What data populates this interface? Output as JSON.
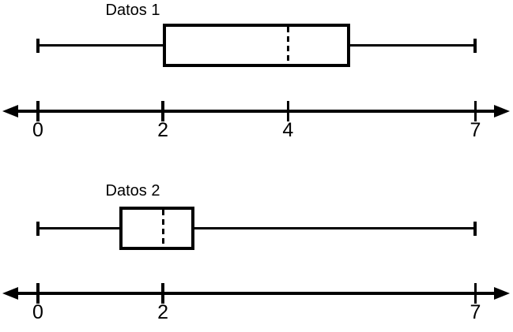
{
  "figure": {
    "background": "#ffffff",
    "ink_color": "#000000"
  },
  "chart_data": [
    {
      "type": "boxplot",
      "orientation": "horizontal",
      "title": "Datos 1",
      "stats": {
        "min": 0,
        "q1": 2,
        "median": 4,
        "q3": 5,
        "max": 7
      },
      "median_style": "dashed",
      "axis": {
        "range": [
          0,
          7
        ],
        "ticks": [
          0,
          2,
          4,
          7
        ],
        "tick_labels": [
          "0",
          "2",
          "4",
          "7"
        ],
        "arrowheads": "both-ends"
      }
    },
    {
      "type": "boxplot",
      "orientation": "horizontal",
      "title": "Datos 2",
      "stats": {
        "min": 0,
        "q1": 1.3,
        "median": 2,
        "q3": 2.5,
        "max": 7
      },
      "median_style": "dashed",
      "axis": {
        "range": [
          0,
          7
        ],
        "ticks": [
          0,
          2,
          7
        ],
        "tick_labels": [
          "0",
          "2",
          "7"
        ],
        "arrowheads": "both-ends"
      }
    }
  ]
}
